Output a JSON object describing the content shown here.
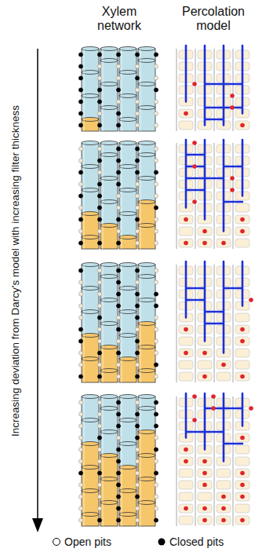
{
  "diagram": {
    "labels": [
      "Xylem network",
      "Percolation model",
      "Increasing deviation from Darcy's model with increasing filter thickness"
    ],
    "legend": [
      {
        "text": "Open pits"
      },
      {
        "text": "Closed pits"
      }
    ]
  }
}
